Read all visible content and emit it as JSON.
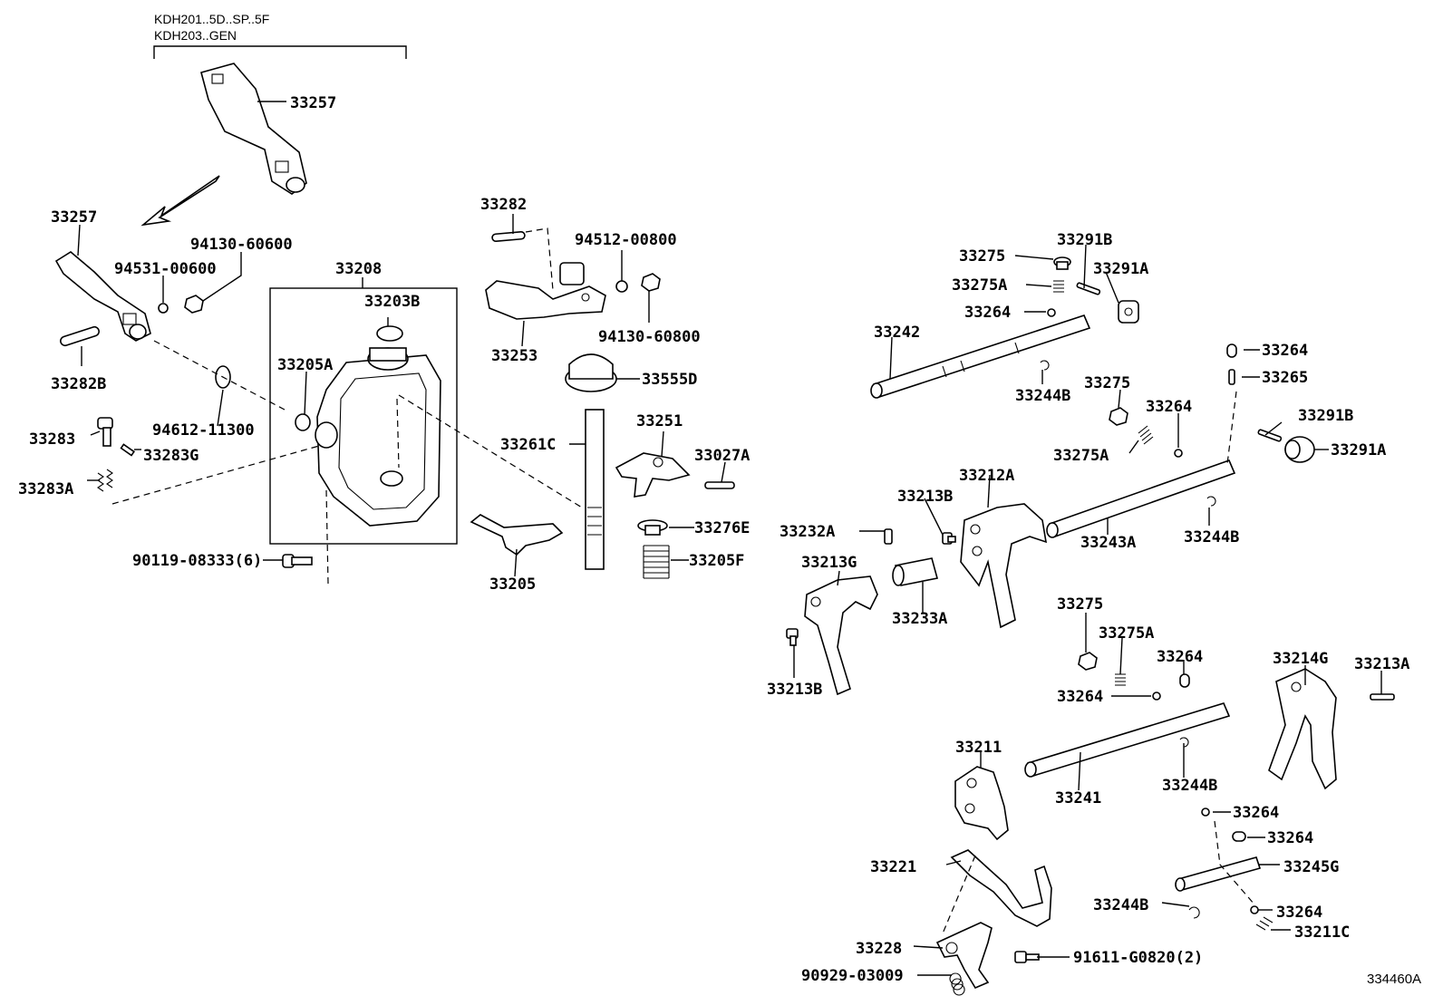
{
  "applicability": [
    "KDH201..5D..SP..5F",
    "KDH203..GEN"
  ],
  "figure_id": "334460A",
  "labels": [
    "33257",
    "33257",
    "94130-60600",
    "94531-00600",
    "33282B",
    "94612-11300",
    "33283",
    "33283G",
    "33283A",
    "90119-08333(6)",
    "33208",
    "33203B",
    "33205A",
    "33282",
    "33253",
    "94512-00800",
    "94130-60800",
    "33555D",
    "33261C",
    "33251",
    "33027A",
    "33276E",
    "33205F",
    "33205",
    "33275",
    "33275A",
    "33264",
    "33291B",
    "33291A",
    "33242",
    "33244B",
    "33275",
    "33264",
    "33275A",
    "33264",
    "33265",
    "33291B",
    "33291A",
    "33243A",
    "33244B",
    "33212A",
    "33213B",
    "33232A",
    "33213G",
    "33233A",
    "33213B",
    "33275",
    "33275A",
    "33264",
    "33264",
    "33214G",
    "33213A",
    "33241",
    "33244B",
    "33211",
    "33264",
    "33264",
    "33245G",
    "33221",
    "33244B",
    "33264",
    "33211C",
    "33228",
    "91611-G0820(2)",
    "90929-03009"
  ]
}
